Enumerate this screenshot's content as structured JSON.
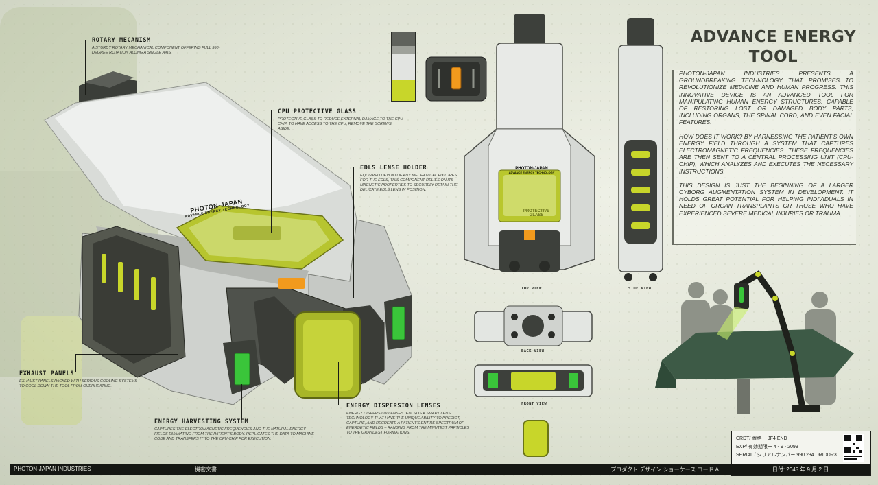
{
  "title": [
    "ADVANCE ENERGY",
    "TOOL"
  ],
  "description": [
    "PHOTON-JAPAN INDUSTRIES PRESENTS A GROUNDBREAKING TECHNOLOGY THAT PROMISES TO REVOLUTIONIZE MEDICINE AND HUMAN PROGRESS. THIS INNOVATIVE DEVICE IS AN ADVANCED TOOL FOR MANIPULATING HUMAN ENERGY STRUCTURES, CAPABLE OF RESTORING LOST OR DAMAGED BODY PARTS, INCLUDING ORGANS, THE SPINAL CORD, AND EVEN FACIAL FEATURES.",
    "HOW DOES IT WORK? BY HARNESSING THE PATIENT'S OWN ENERGY FIELD THROUGH A SYSTEM THAT CAPTURES ELECTROMAGNETIC FREQUENCIES. THESE FREQUENCIES ARE THEN SENT TO A CENTRAL PROCESSING UNIT (CPU-CHIP), WHICH ANALYZES AND EXECUTES THE NECESSARY INSTRUCTIONS.",
    "THIS DESIGN IS JUST THE BEGINNING OF A LARGER CYBORG AUGMENTATION SYSTEM IN DEVELOPMENT. IT HOLDS GREAT POTENTIAL FOR HELPING INDIVIDUALS IN NEED OF ORGAN TRANSPLANTS OR THOSE WHO HAVE EXPERIENCED SEVERE MEDICAL INJURIES OR TRAUMA."
  ],
  "callouts": {
    "rotary": {
      "title": "ROTARY MECANISM",
      "text": "A STURDY ROTARY MECHANICAL COMPONENT OFFERING FULL 360-DEGREE ROTATION ALONG A SINGLE AXIS."
    },
    "cpu": {
      "title": "CPU PROTECTIVE GLASS",
      "text": "PROTECTIVE GLASS TO REDUCE EXTERNAL DAMAGE TO THE CPU-CHIP. TO HAVE ACCESS TO THE CPU, REMOVE THE SCREWS ASIDE."
    },
    "edls": {
      "title": "EDLS LENSE HOLDER",
      "text": "EQUIPPED DEVOID OF ANY MECHANICAL FIXTURES FOR THE EDLS, THIS COMPONENT RELIES ON ITS MAGNETIC PROPERTIES TO SECURELY RETAIN THE DELICATE EDLS LENS IN POSITION."
    },
    "exhaust": {
      "title": "EXHAUST PANELS",
      "text": "EXHAUST PANELS PACKED WITH SERIOUS COOLING SYSTEMS TO COOL DOWN THE TOOL FROM OVERHEATING."
    },
    "harvest": {
      "title": "ENERGY HARVESTING SYSTEM",
      "text": "CAPTURES THE ELECTROMAGNETIC FREQUENCIES AND THE NATURAL ENERGY FIELDS EMANATING FROM THE PATIENT'S BODY. REPLICATES THE DATA TO MACHINE CODE AND TRANSFERS IT TO THE CPU-CHIP FOR EXECUTION."
    },
    "lenses": {
      "title": "ENERGY DISPERSION LENSES",
      "text": "ENERGY DISPERSION LENSES (EDLS) IS A SMART LENS TECHNOLOGY THAT HAVE THE UNIQUE ABILITY TO PREDICT, CAPTURE, AND RECREATE A PATIENT'S ENTIRE SPECTRUM OF ENERGETIC FIELDS – RANGING FROM THE MINUTEST PARTICLES TO THE GRANDEST FORMATIONS."
    }
  },
  "device": {
    "brand": "PHOTON-JAPAN",
    "sub": "ADVANCE ENERGY TECHNOLOGY",
    "glass": "PROTECTIVE GLASS"
  },
  "views": {
    "top": "TOP VIEW",
    "side": "SIDE VIEW",
    "back": "BACK VIEW",
    "front": "FRONT VIEW"
  },
  "footer": {
    "company": "PHOTON-JAPAN INDUSTRIES",
    "confidential": "機密文書",
    "showcase": "プロダクト デザイン ショーケース コード A",
    "date": "日付: 2045 年 9 月 2 日"
  },
  "card": {
    "l1": "CRDT/ 資格ー JF4 END",
    "l2": "EXP/ 有効期限ー 4 - 9 - 2099",
    "l3": "SERIAL / シリアルナンバー  990 234 DRIDDR3"
  },
  "colors": {
    "accent": "#c8d62a",
    "dark": "#1b1d18",
    "metal": "#e3e6e2",
    "bg": "#dfe3d4",
    "orange": "#f29a1d"
  }
}
